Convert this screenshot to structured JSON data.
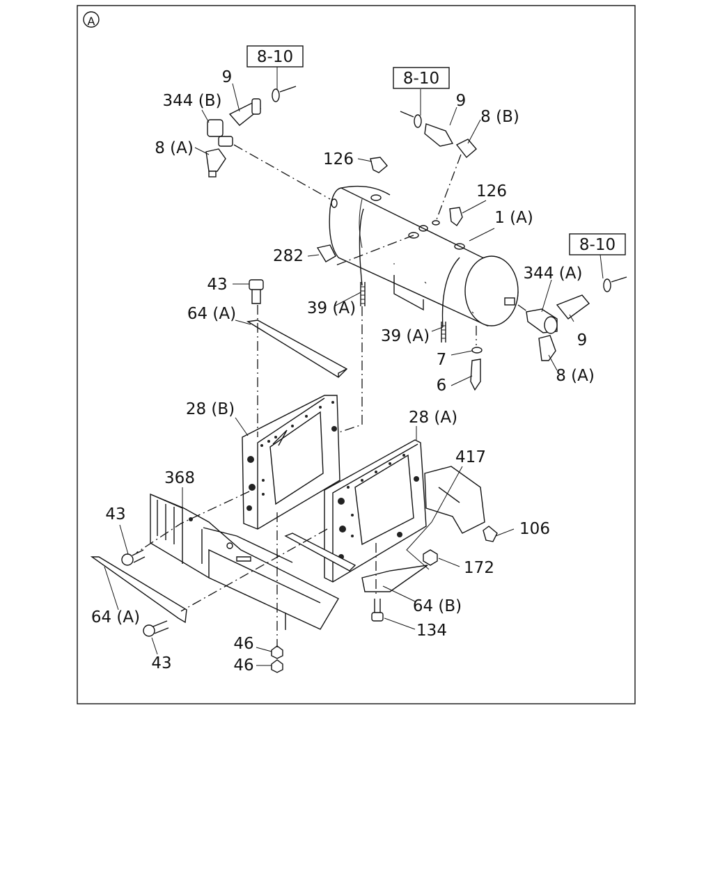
{
  "view_marker": "A",
  "callouts": {
    "ref_top_left": "8-10",
    "ref_top_center": "8-10",
    "ref_right": "8-10",
    "c9_top_left": "9",
    "c344b": "344 (B)",
    "c8a_top": "8 (A)",
    "c9_top_center": "9",
    "c8b": "8 (B)",
    "c126_top": "126",
    "c126_mid": "126",
    "c1a": "1 (A)",
    "c282": "282",
    "c43_top": "43",
    "c39a_left": "39 (A)",
    "c344a": "344 (A)",
    "c64a_top": "64 (A)",
    "c39a_right": "39 (A)",
    "c9_right": "9",
    "c7": "7",
    "c6": "6",
    "c8a_right": "8 (A)",
    "c28b": "28 (B)",
    "c28a": "28 (A)",
    "c417": "417",
    "c368": "368",
    "c43_mid": "43",
    "c106": "106",
    "c172": "172",
    "c64b": "64 (B)",
    "c64a_bottom": "64 (A)",
    "c134": "134",
    "c43_bottom": "43",
    "c46_top": "46",
    "c46_bottom": "46"
  }
}
